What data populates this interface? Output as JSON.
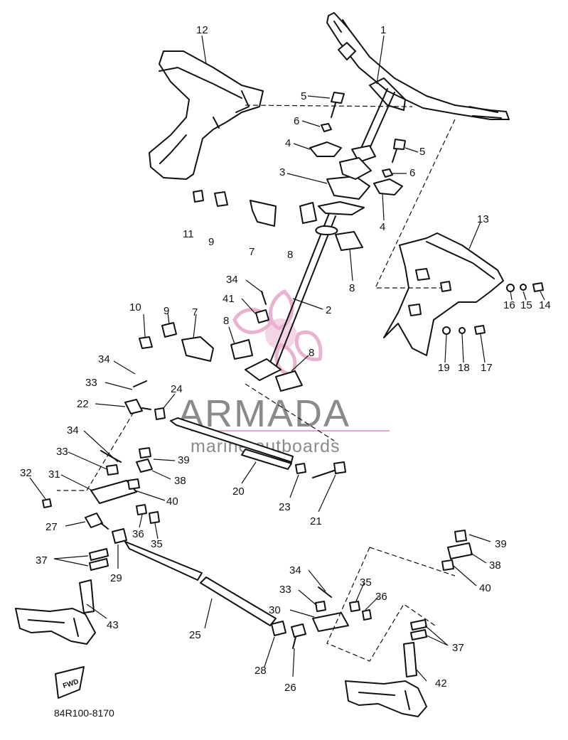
{
  "diagram_code": "84R100-8170",
  "fwd_label": "FWD",
  "watermark": {
    "title": "ARMADA",
    "subtitle": "marine outboards",
    "title_color": "#8a8a8a",
    "accent_color": "#e6a6c8"
  },
  "callouts": {
    "n1": "1",
    "n2": "2",
    "n3": "3",
    "n4a": "4",
    "n4b": "4",
    "n5a": "5",
    "n5b": "5",
    "n6a": "6",
    "n6b": "6",
    "n7a": "7",
    "n7b": "7",
    "n8a": "8",
    "n8b": "8",
    "n8c": "8",
    "n8d": "8",
    "n9a": "9",
    "n9b": "9",
    "n10": "10",
    "n11": "11",
    "n12": "12",
    "n13": "13",
    "n14": "14",
    "n15": "15",
    "n16": "16",
    "n17": "17",
    "n18": "18",
    "n19": "19",
    "n20": "20",
    "n21": "21",
    "n22": "22",
    "n23": "23",
    "n24": "24",
    "n25": "25",
    "n26": "26",
    "n27": "27",
    "n28": "28",
    "n29": "29",
    "n30": "30",
    "n31": "31",
    "n32": "32",
    "n33a": "33",
    "n33b": "33",
    "n33c": "33",
    "n34a": "34",
    "n34b": "34",
    "n34c": "34",
    "n34d": "34",
    "n35a": "35",
    "n35b": "35",
    "n36a": "36",
    "n36b": "36",
    "n37a": "37",
    "n37b": "37",
    "n38a": "38",
    "n38b": "38",
    "n39a": "39",
    "n39b": "39",
    "n40a": "40",
    "n40b": "40",
    "n41": "41",
    "n42": "42",
    "n43": "43"
  }
}
